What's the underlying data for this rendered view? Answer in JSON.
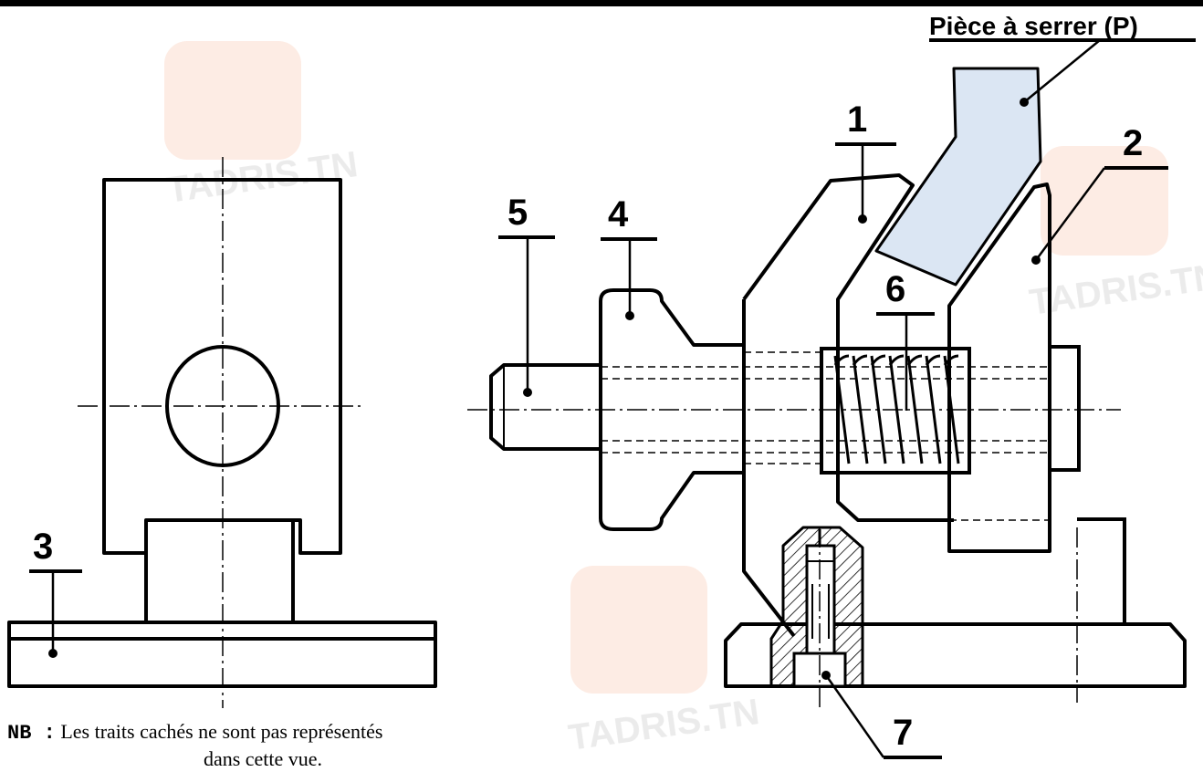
{
  "drawing": {
    "part_labels": [
      "1",
      "2",
      "3",
      "4",
      "5",
      "6",
      "7"
    ],
    "workpiece_label": "Pièce à serrer (P)",
    "workpiece_color": "#dbe6f3"
  },
  "note": {
    "prefix": "NB :",
    "line1": "Les traits cachés ne sont pas représentés",
    "line2": "dans cette vue."
  },
  "watermark": "TADRIS.TN"
}
